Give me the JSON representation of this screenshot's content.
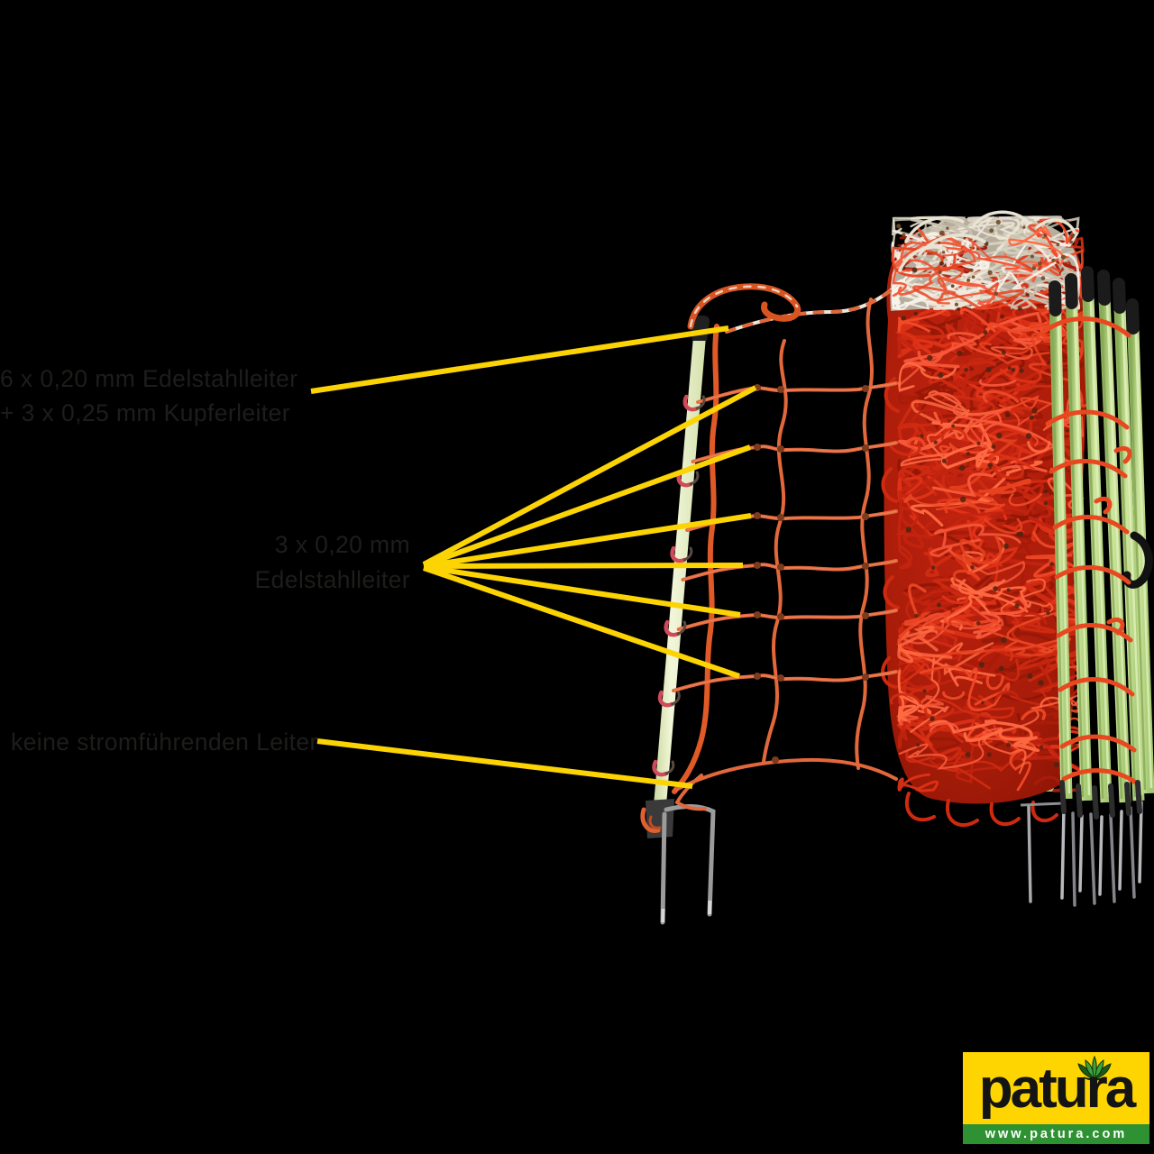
{
  "canvas": {
    "background": "#000000"
  },
  "annotations": {
    "line_color": "#fcd303",
    "text_color": "#1d1d1b",
    "top_label": {
      "line1": "6 x 0,20 mm Edelstahlleiter",
      "line2": "+ 3 x 0,25 mm Kupferleiter"
    },
    "middle_label": {
      "line1": "3 x 0,20 mm",
      "line2": "Edelstahlleiter"
    },
    "bottom_label": {
      "line1": "keine stromführenden Leiter"
    }
  },
  "logo": {
    "brand": "patura",
    "website": "www.patura.com",
    "background_color": "#fed500",
    "bar_color": "#2e9132",
    "brand_color": "#141414",
    "leaf_color": "#3ea23c"
  },
  "photo": {
    "colors": {
      "post": "#e6eec6",
      "post_cap": "#202020",
      "net_strand": "#e2683c",
      "net_top_strand_white": "#ece7da",
      "clip_pink": "#cf4a5a",
      "roll_red": "#d02b12",
      "roll_white": "#e9e3d4",
      "rods_green": "#bfdf8d",
      "spike_metal": "#a9a9ad"
    }
  }
}
